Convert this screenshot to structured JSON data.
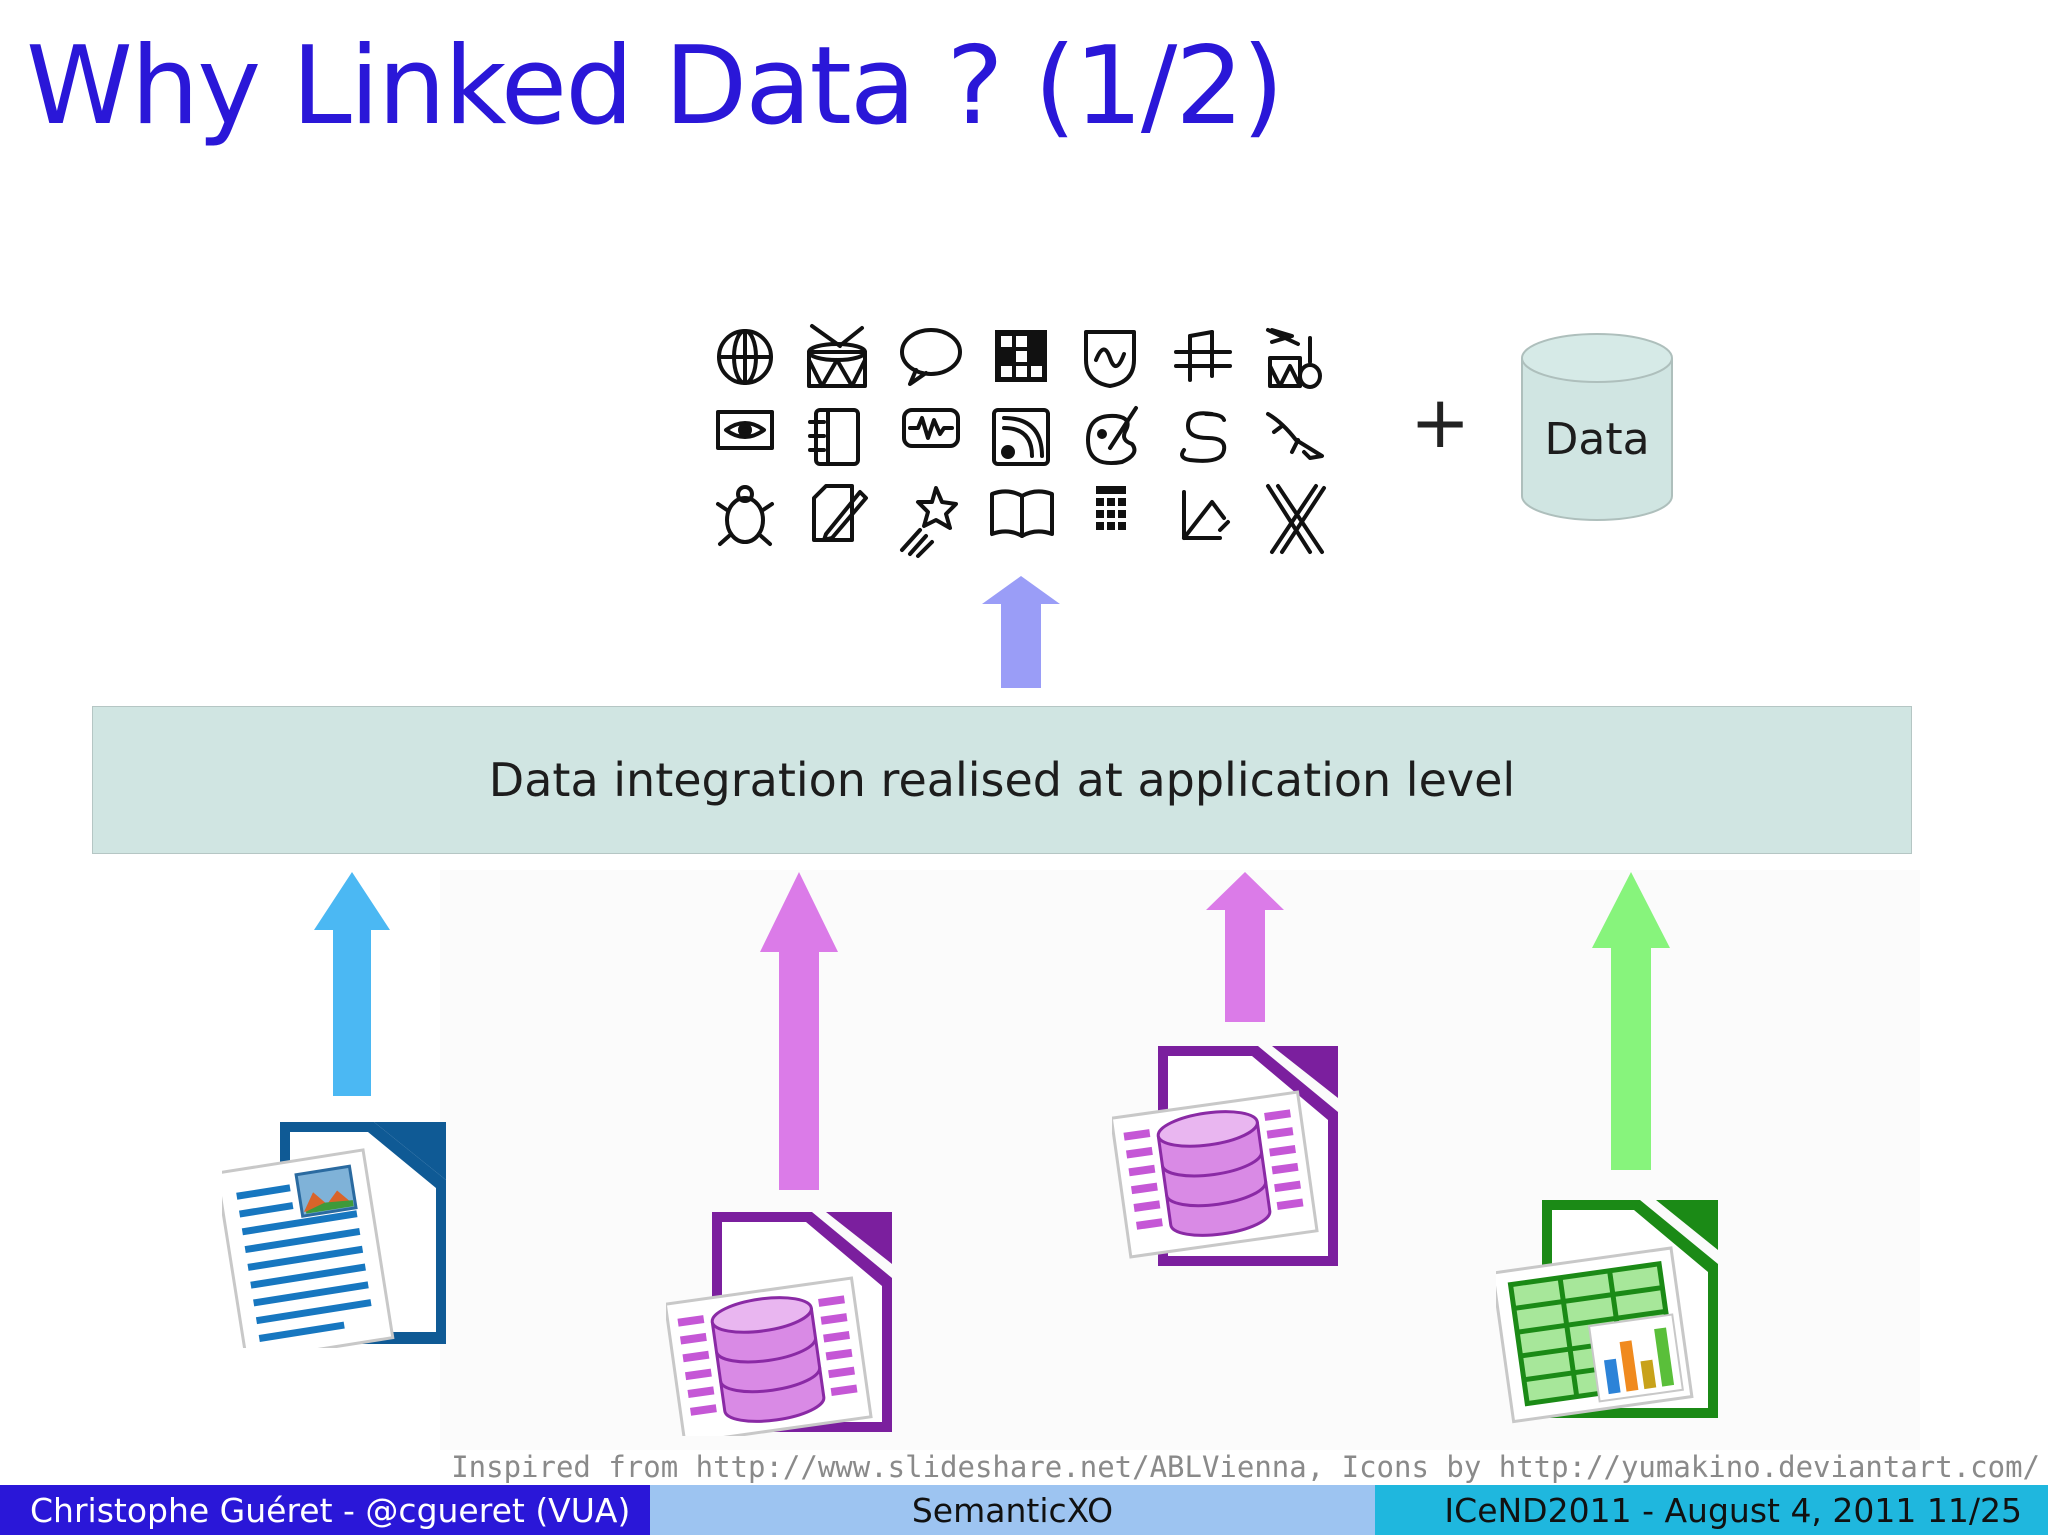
{
  "slide": {
    "title": "Why Linked Data ? (1/2)",
    "plus_sign": "+",
    "data_store_label": "Data",
    "integration_label": "Data integration realised at application level",
    "credits": "Inspired from http://www.slideshare.net/ABLVienna, Icons by http://yumakino.deviantart.com/"
  },
  "icons": {
    "grid_row1": [
      "globe-icon",
      "drum-icon",
      "speech-bubble-icon",
      "grid-icon",
      "waveform-shield-icon",
      "music-notes-icon",
      "instruments-icon"
    ],
    "grid_row2": [
      "eye-icon",
      "notebook-icon",
      "audio-wave-icon",
      "rss-icon",
      "palette-icon",
      "snake-icon",
      "bird-icon"
    ],
    "grid_row3": [
      "turtle-icon",
      "edit-icon",
      "shooting-star-icon",
      "book-icon",
      "calculator-icon",
      "arrow-icon",
      "x-icon"
    ],
    "documents": [
      "writer-document-icon",
      "base-database-icon",
      "base-database-icon",
      "calc-spreadsheet-icon"
    ]
  },
  "colors": {
    "title": "#2a17d8",
    "integration_box": "#d0e5e2",
    "arrow_top": "#9a9df7",
    "arrow_blue": "#4bb8f3",
    "arrow_purple": "#db7be8",
    "arrow_green": "#87f47c",
    "footer_left": "#2a17d8",
    "footer_mid": "#9dc4f1",
    "footer_right": "#1fb7de"
  },
  "footer": {
    "author": "Christophe Guéret - @cgueret (VUA)",
    "project": "SemanticXO",
    "event": "ICeND2011 - August 4, 2011 11/25"
  }
}
